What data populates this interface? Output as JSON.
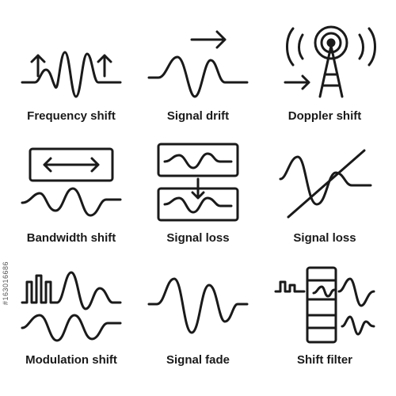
{
  "icons": [
    {
      "label": "Frequency shift",
      "icon": "frequency-shift-icon"
    },
    {
      "label": "Signal drift",
      "icon": "signal-drift-icon"
    },
    {
      "label": "Doppler shift",
      "icon": "doppler-shift-icon"
    },
    {
      "label": "Bandwidth shift",
      "icon": "bandwidth-shift-icon"
    },
    {
      "label": "Signal loss",
      "icon": "signal-loss-icon"
    },
    {
      "label": "Signal loss",
      "icon": "signal-loss-crossed-icon"
    },
    {
      "label": "Modulation shift",
      "icon": "modulation-shift-icon"
    },
    {
      "label": "Signal fade",
      "icon": "signal-fade-icon"
    },
    {
      "label": "Shift filter",
      "icon": "shift-filter-icon"
    }
  ],
  "stock_id": "#163016686",
  "colors": {
    "stroke": "#1a1a1a",
    "background": "#ffffff"
  }
}
